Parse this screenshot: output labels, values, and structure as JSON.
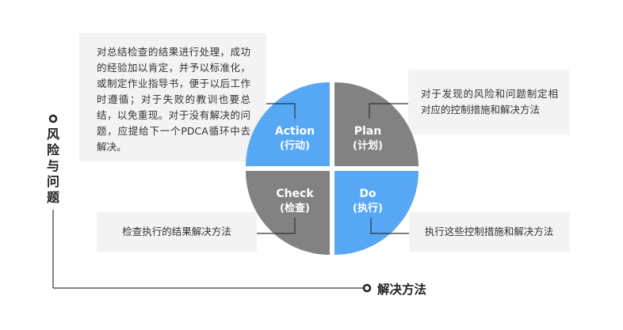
{
  "colors": {
    "blue": "#56a8f4",
    "gray": "#828282",
    "note_bg": "#f3f3f3",
    "line": "#333333"
  },
  "axes": {
    "vertical_label": "风险与问题",
    "horizontal_label": "解决方法"
  },
  "quadrants": [
    {
      "id": "action",
      "title": "Action",
      "subtitle": "(行动)",
      "color": "blue"
    },
    {
      "id": "plan",
      "title": "Plan",
      "subtitle": "(计划)",
      "color": "gray"
    },
    {
      "id": "check",
      "title": "Check",
      "subtitle": "(检查)",
      "color": "gray"
    },
    {
      "id": "do",
      "title": "Do",
      "subtitle": "(执行)",
      "color": "blue"
    }
  ],
  "notes": {
    "action": "对总结检查的结果进行处理，成功的经验加以肯定，并予以标准化，或制定作业指导书，便于以后工作时遵循；对于失败的教训也要总结，以免重现。对于没有解决的问题，应提给下一个PDCA循环中去解决。",
    "plan": "对于发现的风险和问题制定相对应的控制措施和解决方法",
    "check": "检查执行的结果解决方法",
    "do": "执行这些控制措施和解决方法"
  }
}
